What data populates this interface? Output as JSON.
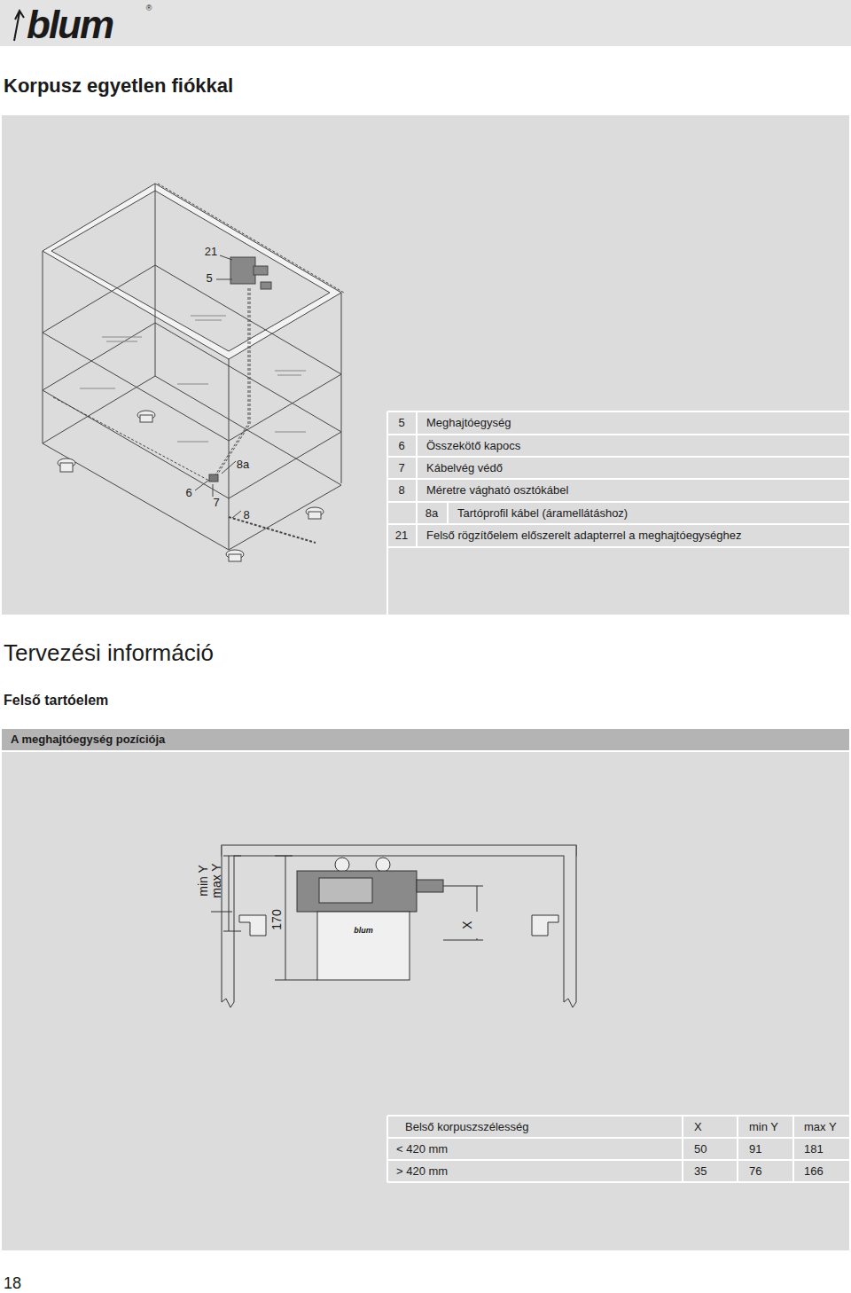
{
  "diagram": {
    "title": "Korpusz egyetlen fiókkal",
    "nodes": [
      {
        "text": [
          "A meghajtóegység pozíciója"
        ]
      }
    ],
    "labels": [
      "blum",
      "®",
      "21",
      "5",
      "8a",
      "6",
      "7",
      "8",
      "5",
      "Meghajtóegység",
      "6",
      "Összekötő kapocs",
      "7",
      "Kábelvég védő",
      "8",
      "Méretre vágható osztókábel",
      "8a",
      "Tartóprofil kábel (áramellátáshoz)",
      "21",
      "Felső rögzítőelem előszerelt adapterrel a meghajtóegységhez",
      "Tervezési információ",
      "Felső tartóelem",
      "min Y",
      "max Y",
      "170",
      "X",
      "blum",
      "Belső korpuszszélesség",
      "X",
      "min Y",
      "max Y",
      "< 420 mm",
      "50",
      "91",
      "181",
      "> 420 mm",
      "35",
      "76",
      "166",
      "18"
    ]
  }
}
